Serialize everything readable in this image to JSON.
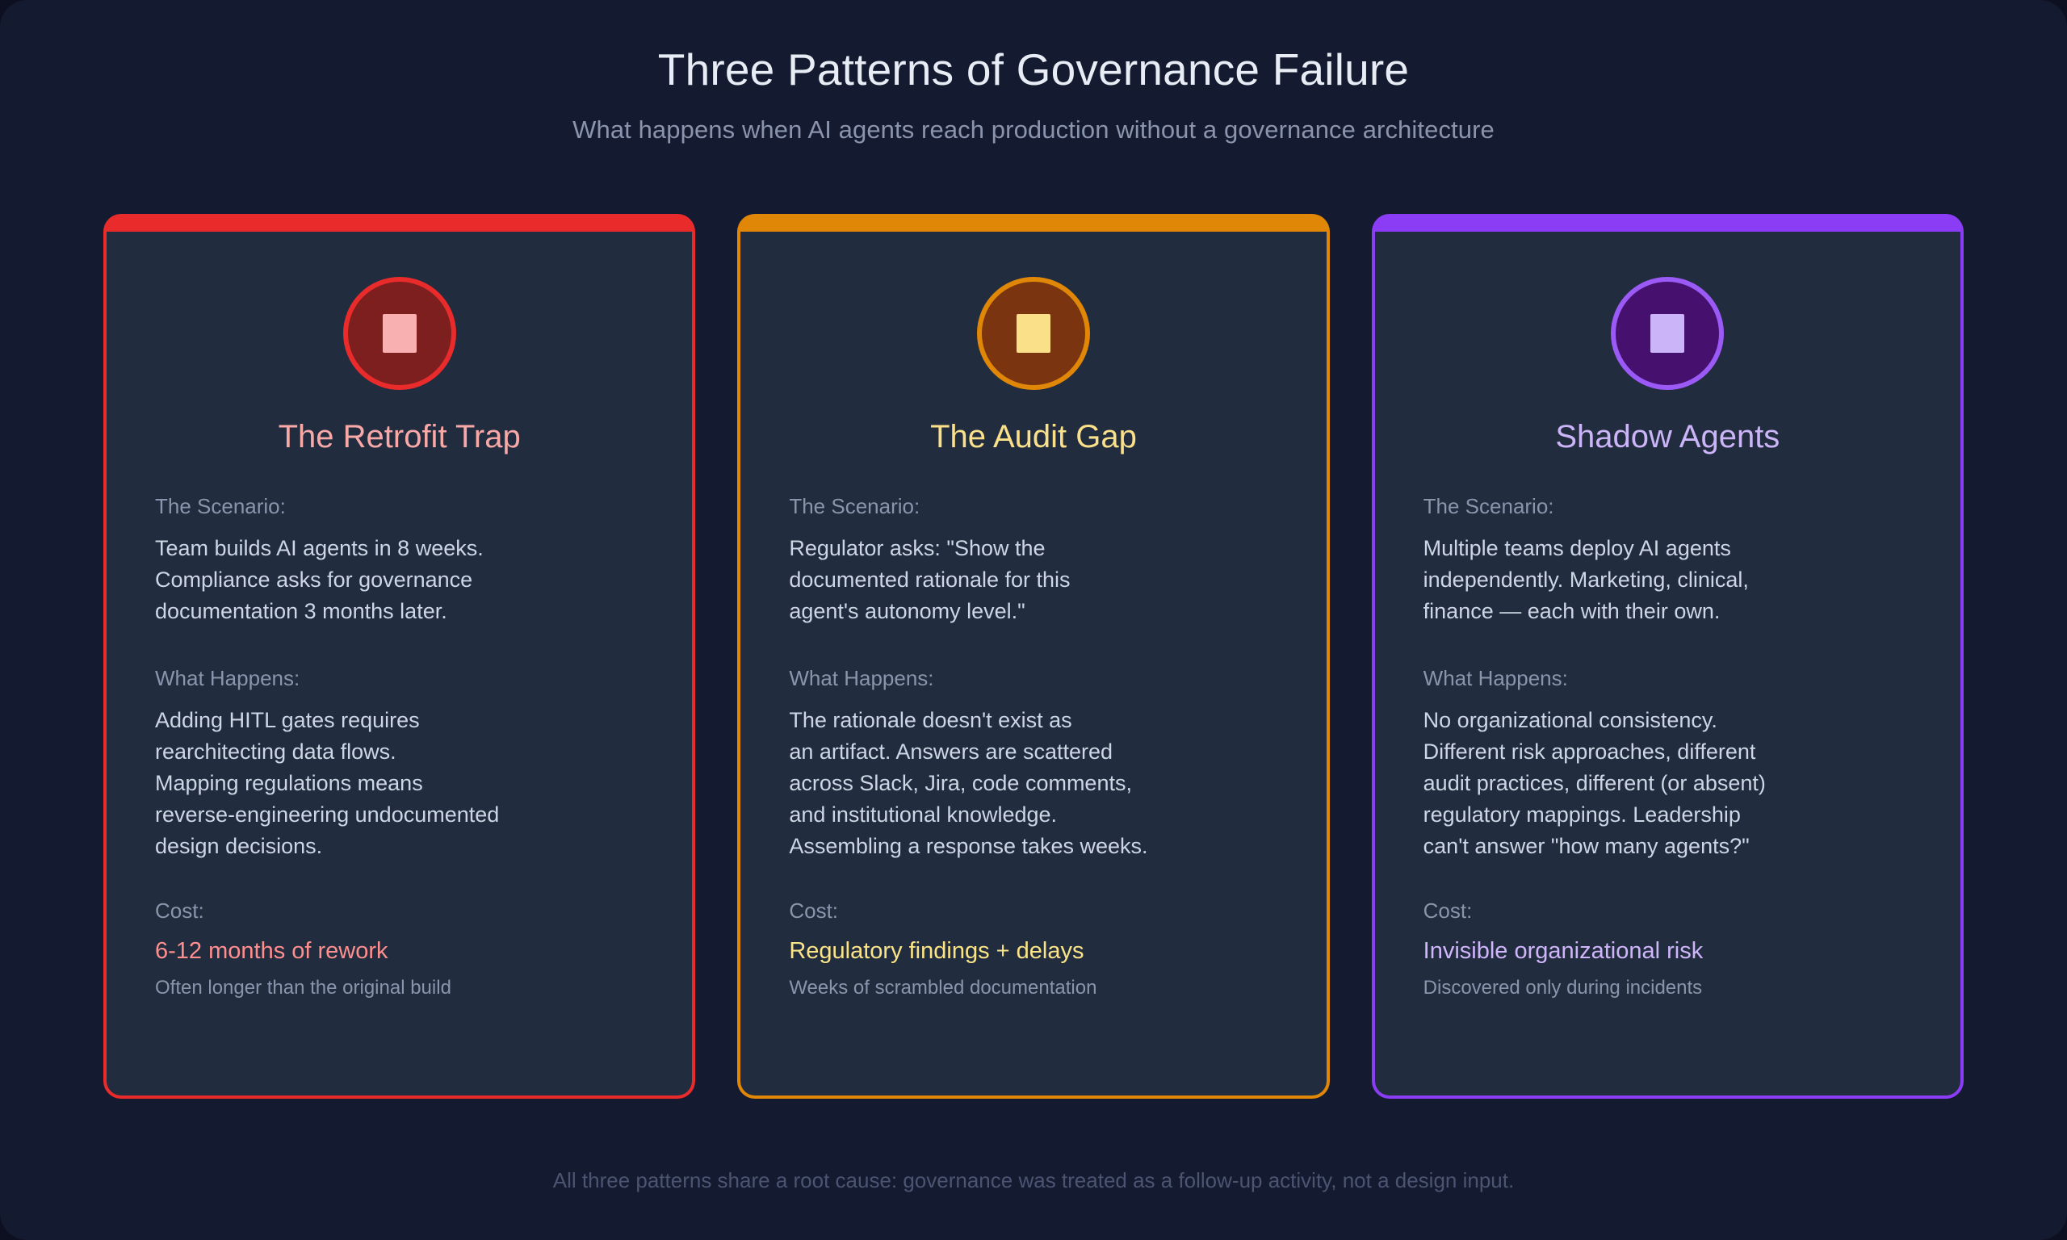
{
  "header": {
    "title": "Three Patterns of Governance Failure",
    "subtitle": "What happens when AI agents reach production without a governance architecture"
  },
  "labels": {
    "scenario": "The Scenario:",
    "what_happens": "What Happens:",
    "cost": "Cost:"
  },
  "cards": [
    {
      "id": "retrofit-trap",
      "title": "The Retrofit Trap",
      "icon_name": "square-marker-icon",
      "accent": "#ea2b2b",
      "icon_border": "#ea2b2b",
      "icon_fill": "#7d1f1f",
      "icon_glyph": "#f9b0b0",
      "title_color": "#f9a8a8",
      "cost_color": "#ff8f8f",
      "scenario_label": "The Scenario:",
      "scenario_body": "Team builds AI agents in 8 weeks.\nCompliance asks for governance\ndocumentation 3 months later.",
      "what_happens_label": "What Happens:",
      "what_happens_body": "Adding HITL gates requires\nrearchitecting data flows.\nMapping regulations means\nreverse-engineering undocumented\ndesign decisions.",
      "cost_label": "Cost:",
      "cost_value": "6-12 months of rework",
      "cost_note": "Often longer than the original build"
    },
    {
      "id": "audit-gap",
      "title": "The Audit Gap",
      "icon_name": "square-marker-icon",
      "accent": "#e08708",
      "icon_border": "#e08708",
      "icon_fill": "#7a3510",
      "icon_glyph": "#fbe08a",
      "title_color": "#fbe08a",
      "cost_color": "#fbe488",
      "scenario_label": "The Scenario:",
      "scenario_body": "Regulator asks: \"Show the\ndocumented rationale for this\nagent's autonomy level.\"",
      "what_happens_label": "What Happens:",
      "what_happens_body": "The rationale doesn't exist as\nan artifact. Answers are scattered\nacross Slack, Jira, code comments,\nand institutional knowledge.\nAssembling a response takes weeks.",
      "cost_label": "Cost:",
      "cost_value": "Regulatory findings + delays",
      "cost_note": "Weeks of scrambled documentation"
    },
    {
      "id": "shadow-agents",
      "title": "Shadow Agents",
      "icon_name": "square-marker-icon",
      "accent": "#8b3df5",
      "icon_border": "#9b59f6",
      "icon_fill": "#45106e",
      "icon_glyph": "#cbb4f7",
      "title_color": "#cbb4f7",
      "cost_color": "#d0b5fb",
      "scenario_label": "The Scenario:",
      "scenario_body": "Multiple teams deploy AI agents\nindependently. Marketing, clinical,\nfinance — each with their own.",
      "what_happens_label": "What Happens:",
      "what_happens_body": "No organizational consistency.\nDifferent risk approaches, different\naudit practices, different (or absent)\nregulatory mappings. Leadership\ncan't answer \"how many agents?\"",
      "cost_label": "Cost:",
      "cost_value": "Invisible organizational risk",
      "cost_note": "Discovered only during incidents"
    }
  ],
  "footer": {
    "text": "All three patterns share a root cause: governance was treated as a follow-up activity, not a design input."
  }
}
